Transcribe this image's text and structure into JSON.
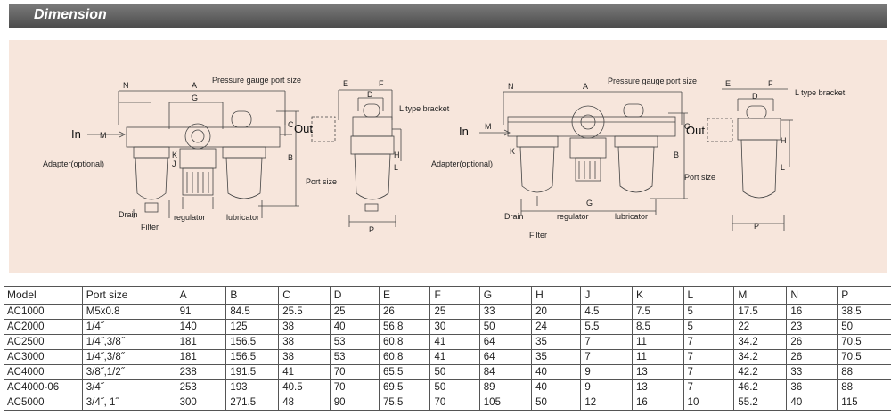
{
  "header": {
    "title": "Dimension"
  },
  "diagram": {
    "left": {
      "pressure_gauge": "Pressure gauge port size",
      "adapter": "Adapter(optional)",
      "drain": "Drain",
      "filter": "Filter",
      "regulator": "regulator",
      "lubricator": "lubricator",
      "in": "In",
      "out": "Out",
      "l_bracket": "L type bracket",
      "port_size": "Port size"
    },
    "right": {
      "pressure_gauge": "Pressure gauge port size",
      "adapter": "Adapter(optional)",
      "drain": "Drain",
      "filter": "Filter",
      "regulator": "regulator",
      "lubricator": "lubricator",
      "in": "In",
      "out": "Out",
      "l_bracket": "L type bracket",
      "port_size": "Port size"
    },
    "dims": {
      "A": "A",
      "B": "B",
      "C": "C",
      "D": "D",
      "E": "E",
      "F": "F",
      "G": "G",
      "H": "H",
      "J": "J",
      "K": "K",
      "L": "L",
      "M": "M",
      "N": "N",
      "P": "P"
    }
  },
  "table": {
    "headers": [
      "Model",
      "Port size",
      "A",
      "B",
      "C",
      "D",
      "E",
      "F",
      "G",
      "H",
      "J",
      "K",
      "L",
      "M",
      "N",
      "P"
    ],
    "rows": [
      [
        "AC1000",
        "M5x0.8",
        "91",
        "84.5",
        "25.5",
        "25",
        "26",
        "25",
        "33",
        "20",
        "4.5",
        "7.5",
        "5",
        "17.5",
        "16",
        "38.5"
      ],
      [
        "AC2000",
        "1/4˝",
        "140",
        "125",
        "38",
        "40",
        "56.8",
        "30",
        "50",
        "24",
        "5.5",
        "8.5",
        "5",
        "22",
        "23",
        "50"
      ],
      [
        "AC2500",
        "1/4˝,3/8˝",
        "181",
        "156.5",
        "38",
        "53",
        "60.8",
        "41",
        "64",
        "35",
        "7",
        "11",
        "7",
        "34.2",
        "26",
        "70.5"
      ],
      [
        "AC3000",
        "1/4˝,3/8˝",
        "181",
        "156.5",
        "38",
        "53",
        "60.8",
        "41",
        "64",
        "35",
        "7",
        "11",
        "7",
        "34.2",
        "26",
        "70.5"
      ],
      [
        "AC4000",
        "3/8˝,1/2˝",
        "238",
        "191.5",
        "41",
        "70",
        "65.5",
        "50",
        "84",
        "40",
        "9",
        "13",
        "7",
        "42.2",
        "33",
        "88"
      ],
      [
        "AC4000-06",
        "3/4˝",
        "253",
        "193",
        "40.5",
        "70",
        "69.5",
        "50",
        "89",
        "40",
        "9",
        "13",
        "7",
        "46.2",
        "36",
        "88"
      ],
      [
        "AC5000",
        "3/4˝, 1˝",
        "300",
        "271.5",
        "48",
        "90",
        "75.5",
        "70",
        "105",
        "50",
        "12",
        "16",
        "10",
        "55.2",
        "40",
        "115"
      ]
    ]
  }
}
